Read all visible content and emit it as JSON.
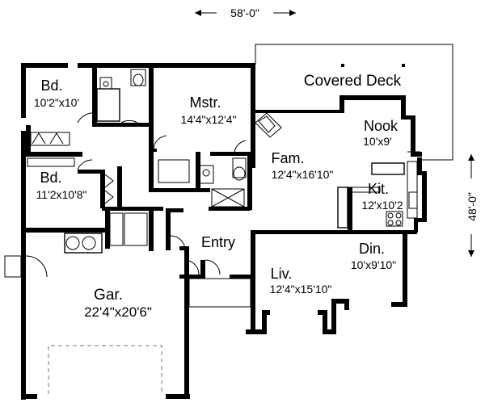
{
  "overall": {
    "width": "58'-0\"",
    "depth": "48'-0\""
  },
  "rooms": {
    "bd1": {
      "name": "Bd.",
      "size": "10'2\"x10'"
    },
    "bd2": {
      "name": "Bd.",
      "size": "11'2x10'8\""
    },
    "mstr": {
      "name": "Mstr.",
      "size": "14'4\"x12'4\""
    },
    "deck": {
      "name": "Covered Deck"
    },
    "nook": {
      "name": "Nook",
      "size": "10'x9'"
    },
    "fam": {
      "name": "Fam.",
      "size": "12'4\"x16'10\""
    },
    "kit": {
      "name": "Kit.",
      "size": "12'x10'2"
    },
    "entry": {
      "name": "Entry"
    },
    "din": {
      "name": "Din.",
      "size": "10'x9'10\""
    },
    "liv": {
      "name": "Liv.",
      "size": "12'4\"x15'10\""
    },
    "gar": {
      "name": "Gar.",
      "size": "22'4\"x20'6\""
    }
  }
}
